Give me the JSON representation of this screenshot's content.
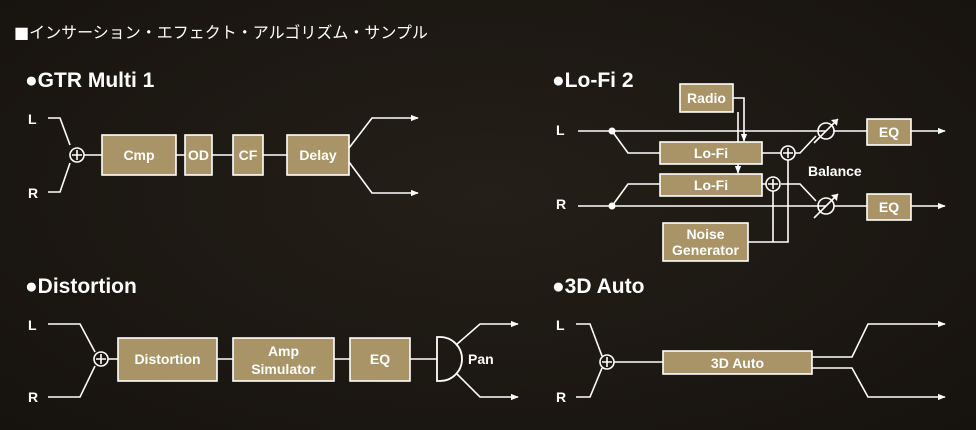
{
  "header": "■インサーション・エフェクト・アルゴリズム・サンプル",
  "colors": {
    "background": "#1c1813",
    "block_fill": "#a89466",
    "line": "#ffffff"
  },
  "icons": {
    "mixer": "circled-plus",
    "balance": "variable-knob-arrow",
    "pan": "half-circle-pan"
  },
  "sections": {
    "gtr": {
      "title": "●GTR Multi 1",
      "input_l": "L",
      "input_r": "R",
      "blocks": {
        "cmp": "Cmp",
        "od": "OD",
        "cf": "CF",
        "delay": "Delay"
      }
    },
    "lofi": {
      "title": "●Lo-Fi 2",
      "input_l": "L",
      "input_r": "R",
      "blocks": {
        "radio": "Radio",
        "lofi_l": "Lo-Fi",
        "lofi_r": "Lo-Fi",
        "noise_1": "Noise",
        "noise_2": "Generator",
        "eq_l": "EQ",
        "eq_r": "EQ"
      },
      "balance": "Balance"
    },
    "dist": {
      "title": "●Distortion",
      "input_l": "L",
      "input_r": "R",
      "blocks": {
        "distortion": "Distortion",
        "amp_1": "Amp",
        "amp_2": "Simulator",
        "eq": "EQ"
      },
      "pan": "Pan"
    },
    "auto3d": {
      "title": "●3D Auto",
      "input_l": "L",
      "input_r": "R",
      "blocks": {
        "auto": "3D Auto"
      }
    }
  }
}
